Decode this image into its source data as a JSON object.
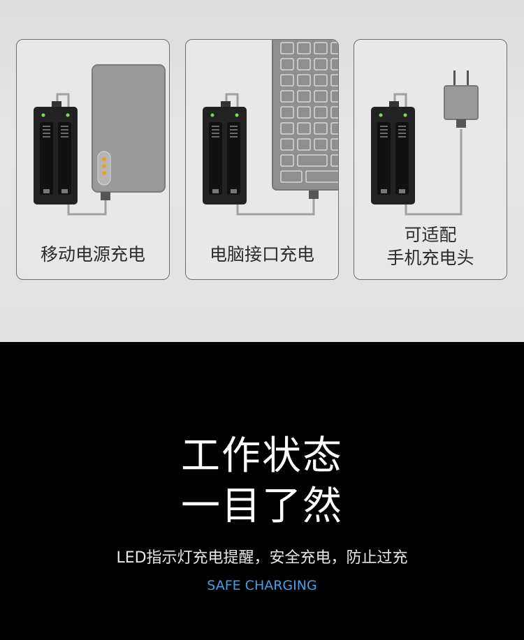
{
  "cards": [
    {
      "label": "移动电源充电"
    },
    {
      "label": "电脑接口充电"
    },
    {
      "label_line1": "可适配",
      "label_line2": "手机充电头"
    }
  ],
  "headline": {
    "line1": "工作状态",
    "line2": "一目了然"
  },
  "description": "LED指示灯充电提醒，安全充电，防止过充",
  "tagline": "SAFE CHARGING",
  "colors": {
    "indicator_led": "#7bdc5b",
    "power_dots": "#f0a020",
    "tagline": "#3fa2e6"
  }
}
